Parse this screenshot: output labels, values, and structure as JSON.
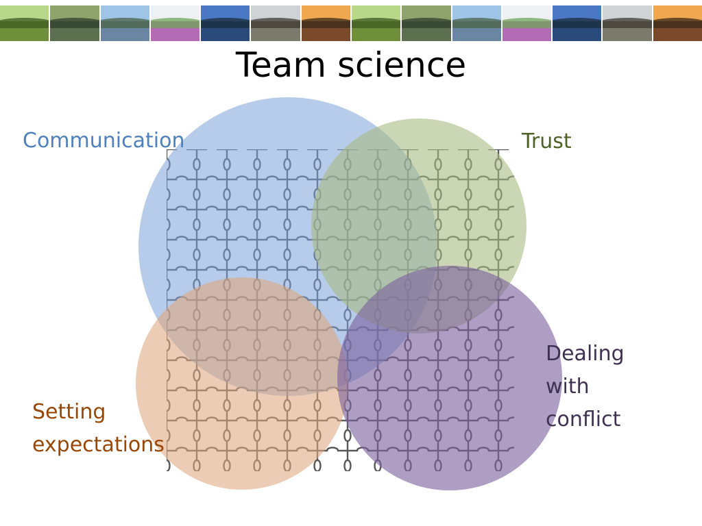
{
  "slide": {
    "title": "Team science"
  },
  "banner": {
    "photos": [
      {
        "name": "green-lake-photo",
        "sky": "#b9d88a",
        "land": "#6f8f3a",
        "hill": "#3e5a22"
      },
      {
        "name": "great-lakes-map-photo",
        "sky": "#8fa36d",
        "land": "#5c7050",
        "hill": "#2f3f2c"
      },
      {
        "name": "lake-reflection-photo",
        "sky": "#9ec4e6",
        "land": "#6b86a3",
        "hill": "#4a6246"
      },
      {
        "name": "people-holding-hands-photo",
        "sky": "#eef0f4",
        "land": "#b46bb5",
        "hill": "#6fa65a"
      },
      {
        "name": "blue-lake-pines-photo",
        "sky": "#4a78c4",
        "land": "#2a4a7c",
        "hill": "#1b2d3b"
      },
      {
        "name": "misty-shore-photo",
        "sky": "#cfd3d6",
        "land": "#7c7a6a",
        "hill": "#3d3a30"
      },
      {
        "name": "sunset-lake-photo",
        "sky": "#f0a850",
        "land": "#7a4a2a",
        "hill": "#3a2a1a"
      },
      {
        "name": "green-lake-photo-2",
        "sky": "#b9d88a",
        "land": "#6f8f3a",
        "hill": "#3e5a22"
      },
      {
        "name": "great-lakes-map-photo-2",
        "sky": "#8fa36d",
        "land": "#5c7050",
        "hill": "#2f3f2c"
      },
      {
        "name": "lake-reflection-photo-2",
        "sky": "#9ec4e6",
        "land": "#6b86a3",
        "hill": "#4a6246"
      },
      {
        "name": "people-holding-hands-photo-2",
        "sky": "#eef0f4",
        "land": "#b46bb5",
        "hill": "#6fa65a"
      },
      {
        "name": "blue-lake-pines-photo-2",
        "sky": "#4a78c4",
        "land": "#2a4a7c",
        "hill": "#1b2d3b"
      },
      {
        "name": "misty-shore-photo-2",
        "sky": "#cfd3d6",
        "land": "#7c7a6a",
        "hill": "#3d3a30"
      },
      {
        "name": "sunset-lake-photo-2",
        "sky": "#f0a850",
        "land": "#7a4a2a",
        "hill": "#3a2a1a"
      }
    ]
  },
  "diagram": {
    "circles": [
      {
        "name": "communication",
        "label": "Communication",
        "fill": "#7ba0d8",
        "opacity": 0.55
      },
      {
        "name": "trust",
        "label": "Trust",
        "fill": "#a9ba82",
        "opacity": 0.6
      },
      {
        "name": "setting-expectations",
        "label": "Setting\nexpectations",
        "fill": "#dea77e",
        "opacity": 0.58
      },
      {
        "name": "dealing-with-conflict",
        "label": "Dealing\nwith\nconflict",
        "fill": "#7c63a0",
        "opacity": 0.62
      }
    ],
    "labels": {
      "communication": "Communication",
      "trust": "Trust",
      "dealing_with_conflict": [
        "Dealing",
        "with",
        "conflict"
      ],
      "setting_expectations": [
        "Setting",
        "expectations"
      ]
    },
    "puzzle_line_color": "#3b3b3b"
  }
}
